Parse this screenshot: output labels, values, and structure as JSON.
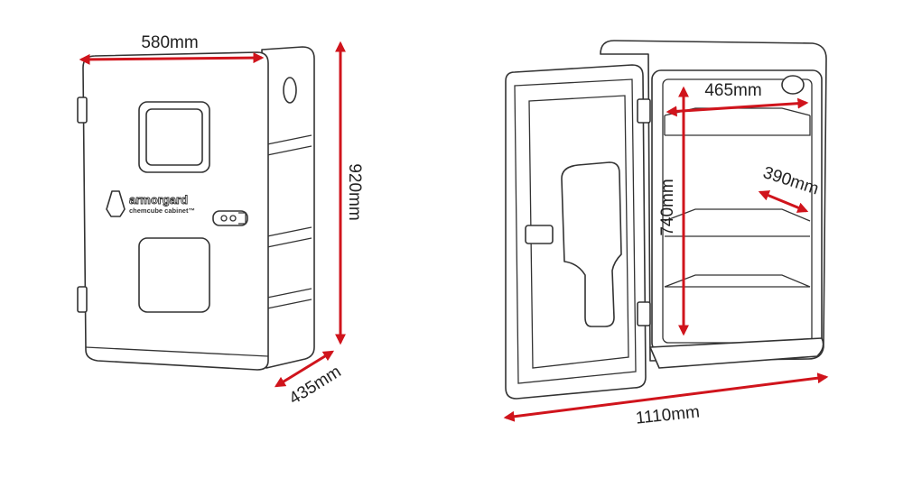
{
  "brand": {
    "name": "armorgard",
    "product": "chemcube cabinet™"
  },
  "colors": {
    "dimension": "#d0141c",
    "outline": "#333333"
  },
  "closed_view": {
    "width_label": "580mm",
    "height_label": "920mm",
    "depth_label": "435mm"
  },
  "open_view": {
    "internal_width_label": "465mm",
    "internal_height_label": "740mm",
    "internal_depth_label": "390mm",
    "open_width_label": "1110mm"
  }
}
